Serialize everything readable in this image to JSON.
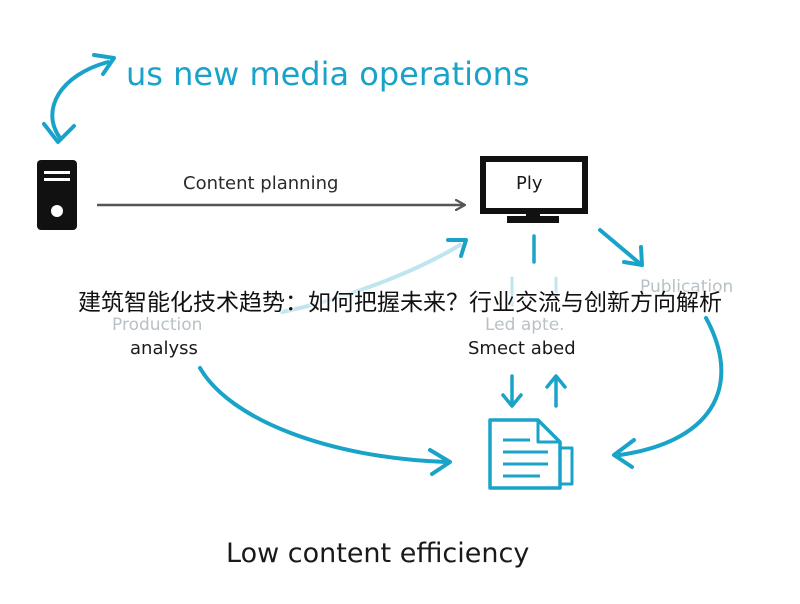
{
  "diagram": {
    "title_top": "us new media operations",
    "label_planning": "Content planning",
    "label_monitor": "Ply",
    "label_publication": "Publication",
    "label_production": "Production",
    "label_analysis": "analyss",
    "label_led": "Led apte.",
    "label_smect": "Smect abed",
    "title_bottom": "Low content efficiency"
  },
  "overlay": {
    "caption": "建筑智能化技术趋势：如何把握未来？行业交流与创新方向解析"
  },
  "colors": {
    "accent": "#1aa3c9",
    "dark": "#1a1a1a",
    "faded": "#b8c1c6",
    "gray_arrow": "#555555"
  },
  "icons": [
    "server-icon",
    "monitor-icon",
    "document-icon"
  ]
}
